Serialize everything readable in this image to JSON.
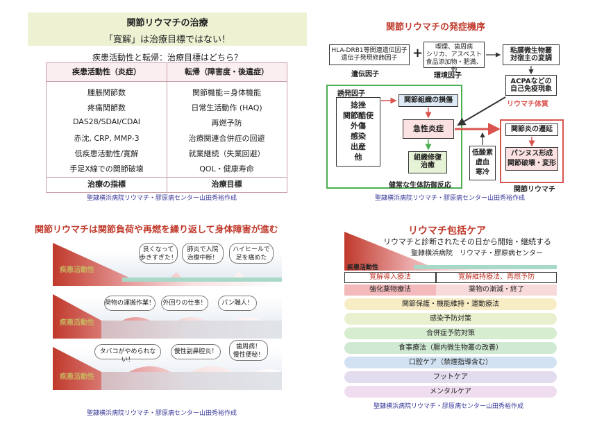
{
  "credit": "聖隷横浜病院リウマチ・膠原病センター山田秀裕作成",
  "panel1": {
    "title": "関節リウマチの治療",
    "subtitle": "「寛解」は治療目標ではない！",
    "question": "疾患活動性と転帰：治療目標はどちら？",
    "left_header": "疾患活動性（炎症）",
    "right_header": "転帰（障害度・後遺症）",
    "left_items": [
      "腫脹関節数",
      "疼痛関節数",
      "DAS28/SDAI/CDAI",
      "赤沈, CRP, MMP-3",
      "低疾患活動性/寛解",
      "手足X線での関節破壊"
    ],
    "right_items": [
      "関節機能＝身体機能",
      "日常生活動作 (HAQ)",
      "再燃予防",
      "治療関連合併症の回避",
      "就業継続（失業回避）",
      "QOL・健康寿命"
    ],
    "left_footer": "治療の指標",
    "right_footer": "治療目標"
  },
  "panel2": {
    "title": "関節リウマチの発症機序",
    "genetic_box": [
      "HLA-DRB1等関連遺伝因子",
      "遺伝子発現修飾因子"
    ],
    "genetic_label": "遺伝因子",
    "plus": "+",
    "env_box": [
      "喫煙、歯周病",
      "シリカ、アスベスト",
      "食品添加物・肥満、他"
    ],
    "env_label": "環境因子",
    "micro_box": [
      "粘膜微生物叢",
      "対宿主の変調"
    ],
    "acpa_box": [
      "ACPAなどの",
      "自己免疫現象"
    ],
    "ra_constitution": "リウマチ体質",
    "trigger_title": "誘発因子",
    "trigger_items": [
      "捻挫",
      "関節酷使",
      "外傷",
      "感染",
      "出産",
      "他"
    ],
    "damage": "関節組織の損傷",
    "acute": "急性炎症",
    "repair": [
      "組織修復",
      "治癒"
    ],
    "healthy": "健常な生体防御反応",
    "cold_box": [
      "低酸素",
      "虚血",
      "寒冷"
    ],
    "prolonged": "関節炎の遷延",
    "pannus": [
      "パンヌス形成",
      "関節破壊・変形"
    ],
    "ra_label": "関節リウマチ"
  },
  "panel3": {
    "title": "関節リウマチは関節負荷や再燃を繰り返して身体障害が進む",
    "activity_label": "疾患活動性",
    "row1_bubbles": [
      [
        "良くなって",
        "歩きすぎた！"
      ],
      [
        "肺炎で入院",
        "治療中断！"
      ],
      [
        "ハイヒールで",
        "足を痛めた"
      ]
    ],
    "row2_bubbles": [
      [
        "荷物の運搬作業！"
      ],
      [
        "外回りの仕事！"
      ],
      [
        "パン職人！"
      ]
    ],
    "row3_bubbles": [
      [
        "タバコがやめられない！"
      ],
      [
        "慢性副鼻腔炎！"
      ],
      [
        "歯周病！",
        "慢性便秘！"
      ]
    ]
  },
  "panel4": {
    "title": "リウマチ包括ケア",
    "subtitle": "リウマチと診断されたその日から開始・継続する",
    "org": "聖隷横浜病院　リウマチ・膠原病センター",
    "activity_label": "疾患活動性",
    "phase_induction": "寛解導入療法",
    "phase_maintenance": "寛解維持療法、再燃予防",
    "drug_strengthen": "強化薬物療法",
    "drug_taper": "薬物の漸減・終了",
    "items": [
      "関節保護・機能維持・運動療法",
      "感染予防対策",
      "合併症予防対策",
      "食事療法（腸内微生物叢の改善）",
      "口腔ケア（禁煙指導含む）",
      "フットケア",
      "メンタルケア"
    ],
    "item_colors": [
      "#f8ecc4",
      "#e8f0cf",
      "#d6edd0",
      "#cfe9d3",
      "#d2e2f2",
      "#e3dcef",
      "#efdcee"
    ]
  },
  "colors": {
    "accent_red": "#d9534f",
    "green": "#4caf50",
    "title_red": "#c0392b"
  }
}
